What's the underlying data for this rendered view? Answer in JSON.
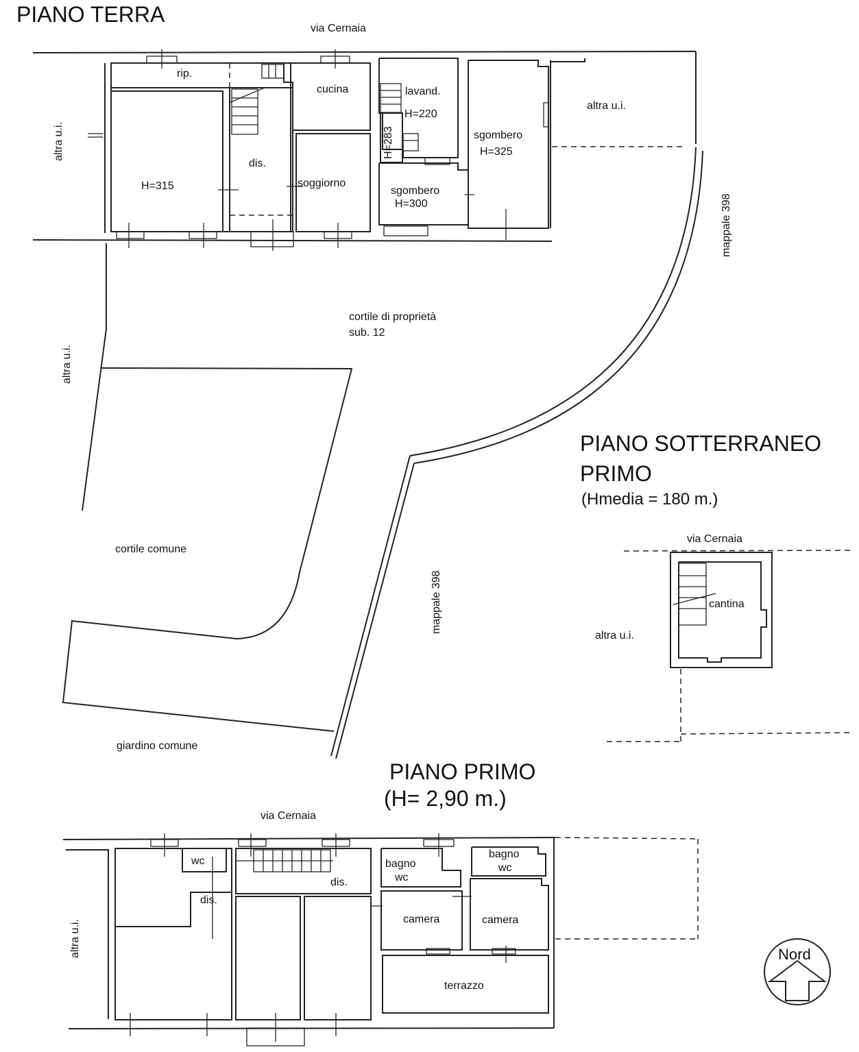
{
  "ground_floor": {
    "title": "PIANO TERRA",
    "street": "via Cernaia",
    "rooms": {
      "rip": "rip.",
      "cucina": "cucina",
      "lavand": "lavand.",
      "lavand_h": "H=220",
      "sgombero1": "sgombero",
      "sgombero1_h": "H=325",
      "altra_right": "altra u.i.",
      "altra_left": "altra u.i.",
      "h283": "H=283",
      "dis": "dis.",
      "h315": "H=315",
      "soggiorno": "soggiorno",
      "sgombero2": "sgombero",
      "sgombero2_h": "H=300",
      "mappale_right": "mappale 398"
    },
    "courtyard": {
      "label1": "cortile di proprietà",
      "label2": "sub. 12",
      "altra_side": "altra u.i.",
      "cortile_comune": "cortile comune",
      "mappale": "mappale 398",
      "giardino": "giardino comune"
    }
  },
  "basement": {
    "title1": "PIANO SOTTERRANEO",
    "title2": "PRIMO",
    "height": "(Hmedia = 180 m.)",
    "street": "via Cernaia",
    "cantina": "cantina",
    "altra": "altra u.i."
  },
  "first_floor": {
    "title": "PIANO PRIMO",
    "height": "(H= 2,90 m.)",
    "street": "via Cernaia",
    "wc": "wc",
    "dis_left": "dis.",
    "dis_center": "dis.",
    "bagno1_a": "bagno",
    "bagno1_b": "wc",
    "bagno2_a": "bagno",
    "bagno2_b": "wc",
    "camera1": "camera",
    "camera2": "camera",
    "terrazzo": "terrazzo",
    "altra": "altra u.i."
  },
  "compass": {
    "label": "Nord",
    "icon": "north-arrow-icon"
  }
}
